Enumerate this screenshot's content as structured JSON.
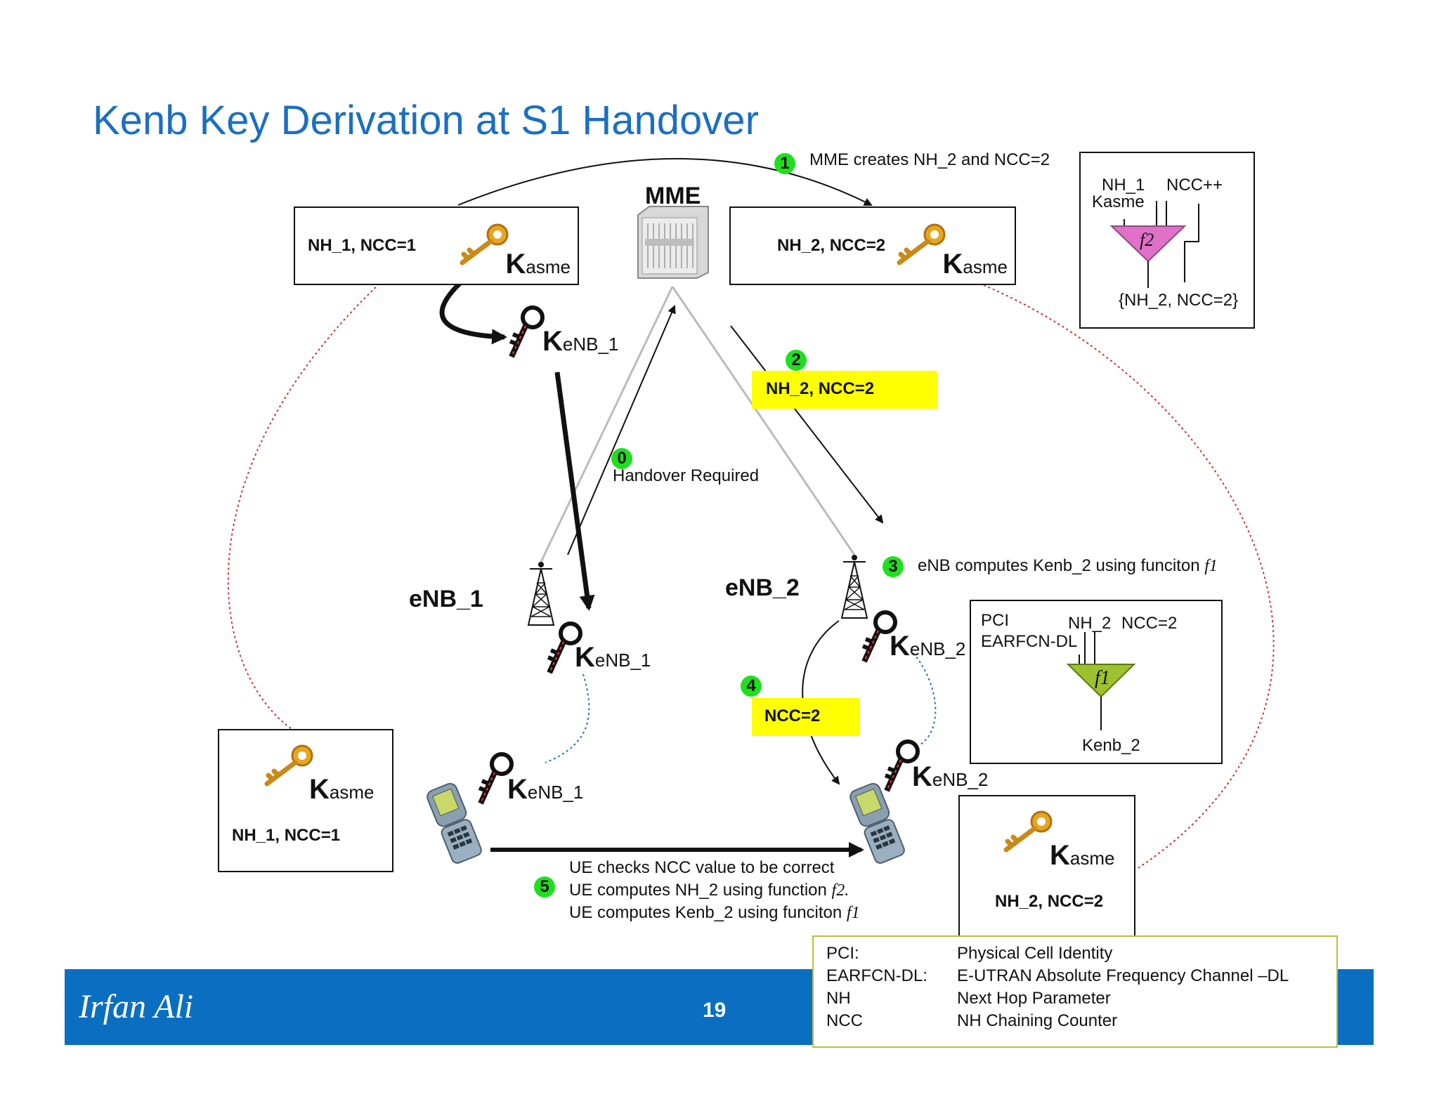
{
  "title": "Kenb Key Derivation at S1 Handover",
  "mme_label": "MME",
  "enb1_label": "eNB_1",
  "enb2_label": "eNB_2",
  "key_k": "K",
  "kasme_sub": "asme",
  "kenb1_sub": "eNB_1",
  "kenb2_sub": "eNB_2",
  "box_left_top": "NH_1, NCC=1",
  "box_right_top": "NH_2, NCC=2",
  "box_ue_left": "NH_1, NCC=1",
  "box_ue_right": "NH_2, NCC=2",
  "steps": {
    "s0": {
      "num": "0",
      "text": "Handover Required"
    },
    "s1": {
      "num": "1",
      "text": "MME creates NH_2 and NCC=2"
    },
    "s2": {
      "num": "2",
      "text": "NH_2, NCC=2"
    },
    "s3": {
      "num": "3",
      "text": "eNB computes Kenb_2 using funciton",
      "fn": "f1"
    },
    "s4": {
      "num": "4",
      "text": "NCC=2"
    },
    "s5": {
      "num": "5",
      "line1": "UE checks NCC value to be correct",
      "line2": "UE computes NH_2 using function",
      "line2_fn": "f2.",
      "line3": "UE computes Kenb_2 using funciton",
      "line3_fn": "f1"
    }
  },
  "f2_box": {
    "in1": "NH_1",
    "in2": "Kasme",
    "in3": "NCC++",
    "fn": "f2",
    "out": "{NH_2, NCC=2}"
  },
  "f1_box": {
    "in1": "PCI",
    "in2": "EARFCN-DL",
    "in3": "NH_2",
    "in4": "NCC=2",
    "fn": "f1",
    "out": "Kenb_2"
  },
  "legend": [
    {
      "term": "PCI:",
      "def": "Physical Cell Identity"
    },
    {
      "term": "EARFCN-DL:",
      "def": "E-UTRAN Absolute Frequency Channel –DL"
    },
    {
      "term": "NH",
      "def": "Next Hop Parameter"
    },
    {
      "term": "NCC",
      "def": "NH Chaining Counter"
    }
  ],
  "footer": {
    "author": "Irfan Ali",
    "page": "19"
  },
  "colors": {
    "title": "#1b6fc2",
    "footer": "#0a6fc0",
    "badge": "#1fe01f",
    "highlight": "#ffff00",
    "f2_fill": "#e070c8",
    "f1_fill": "#9cc230",
    "dotted_red": "#d03030",
    "dotted_blue": "#2a6cc4"
  }
}
